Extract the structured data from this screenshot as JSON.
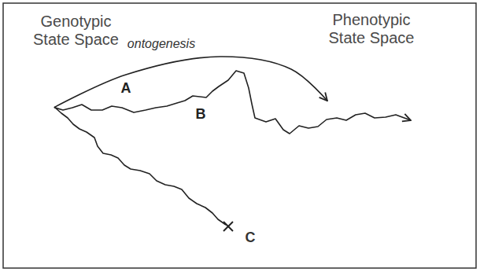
{
  "diagram": {
    "nodes": [
      {
        "text": [
          "Genotypic State Space"
        ]
      },
      {
        "text": [
          "Phenotypic State Space"
        ]
      }
    ],
    "edges": [
      {
        "from": 0,
        "to": 1,
        "arrow": "to",
        "label": "A"
      },
      {
        "from": 0,
        "to": 1,
        "arrow": "to",
        "label": "B"
      }
    ],
    "labels": [
      "ontogenesis",
      "C"
    ]
  }
}
